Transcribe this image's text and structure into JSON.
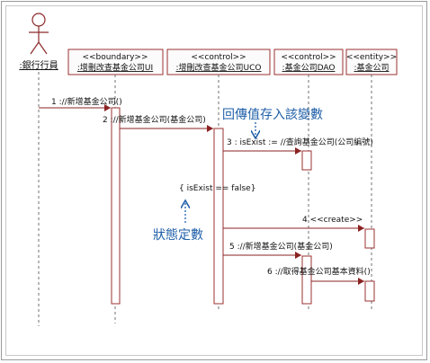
{
  "actor": {
    "name": ":銀行行員"
  },
  "participants": [
    {
      "stereotype": "<<boundary>>",
      "name": ":增刪改查基金公司UI"
    },
    {
      "stereotype": "<<control>>",
      "name": ":增刪改查基金公司UCO"
    },
    {
      "stereotype": "<<control>>",
      "name": ":基金公司DAO"
    },
    {
      "stereotype": "<<entity>>",
      "name": ":基金公司"
    }
  ],
  "messages": [
    {
      "label": "1 ://新增基金公司()"
    },
    {
      "label": "2 ://新增基金公司(基金公司)"
    },
    {
      "label": "3 : isExist := //查詢基金公司(公司編號)"
    },
    {
      "label": "4  <<create>>"
    },
    {
      "label": "5 ://新增基金公司(基金公司)"
    },
    {
      "label": "6 ://取得基金公司基本資料()"
    }
  ],
  "guard": {
    "text": "{ isExist == false}"
  },
  "annotations": {
    "return_note": "回傳值存入該變數",
    "state_note": "狀態定數",
    "color": "#1f5fa8"
  },
  "colors": {
    "participant_fill": "#fbfbfb",
    "line": "#c0392b",
    "lifeline": "#707070",
    "text": "#111111"
  }
}
